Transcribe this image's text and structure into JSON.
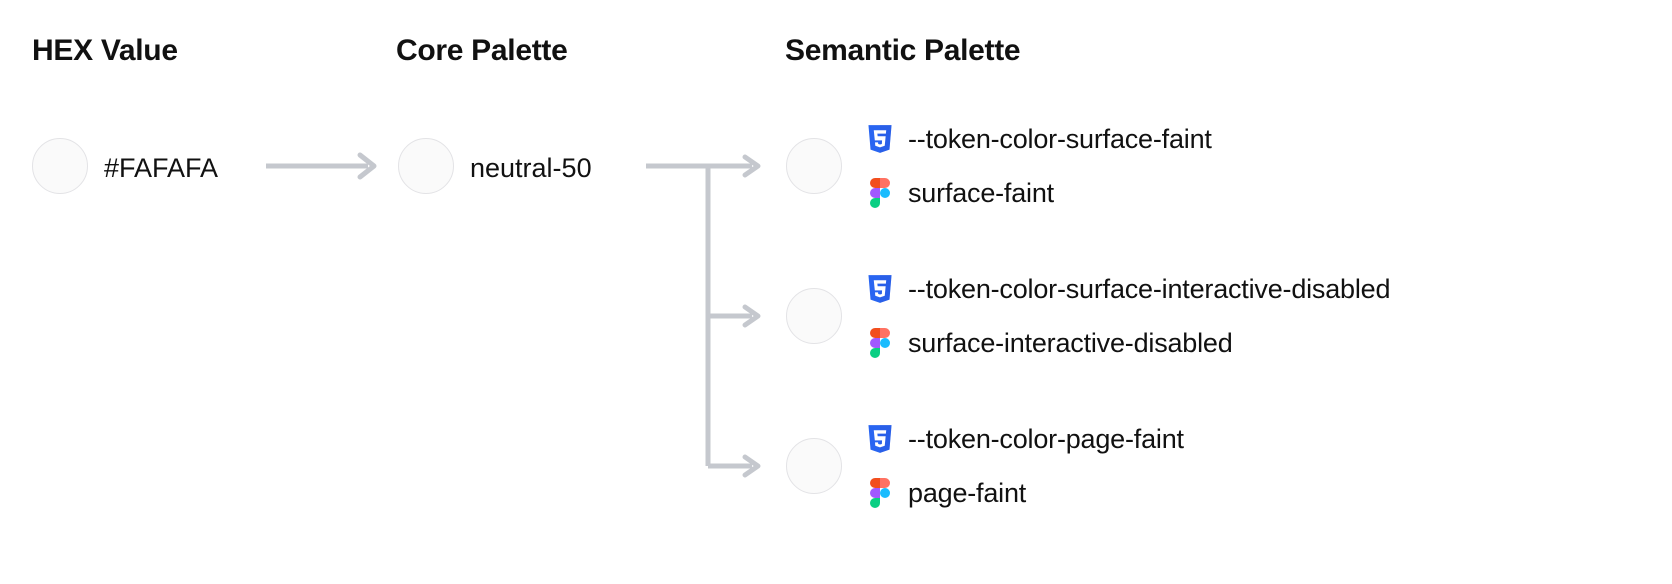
{
  "columns": [
    {
      "title": "HEX Value"
    },
    {
      "title": "Core Palette"
    },
    {
      "title": "Semantic Palette"
    }
  ],
  "hex": {
    "label": "#FAFAFA",
    "swatch_color": "#FAFAFA"
  },
  "core": {
    "label": "neutral-50",
    "swatch_color": "#FAFAFA"
  },
  "semantic": [
    {
      "swatch_color": "#FAFAFA",
      "css_icon": "css3-icon",
      "css_token": "--token-color-surface-faint",
      "figma_icon": "figma-icon",
      "figma_token": "surface-faint"
    },
    {
      "swatch_color": "#FAFAFA",
      "css_icon": "css3-icon",
      "css_token": "--token-color-surface-interactive-disabled",
      "figma_icon": "figma-icon",
      "figma_token": "surface-interactive-disabled"
    },
    {
      "swatch_color": "#FAFAFA",
      "css_icon": "css3-icon",
      "css_token": "--token-color-page-faint",
      "figma_icon": "figma-icon",
      "figma_token": "page-faint"
    }
  ],
  "colors": {
    "background": "#FFFFFF",
    "text": "#111111",
    "connector": "#C5C8CE",
    "swatch_border": "#E3E3E6",
    "css_blue": "#2965F1",
    "figma_orange": "#F24E1E",
    "figma_purple": "#A259FF",
    "figma_cyan": "#1ABCFE",
    "figma_green": "#0ACF83",
    "figma_red": "#FF7262"
  },
  "connectors": {
    "hex_to_core": "arrow-right",
    "core_to_semantic": "branch-arrows"
  }
}
